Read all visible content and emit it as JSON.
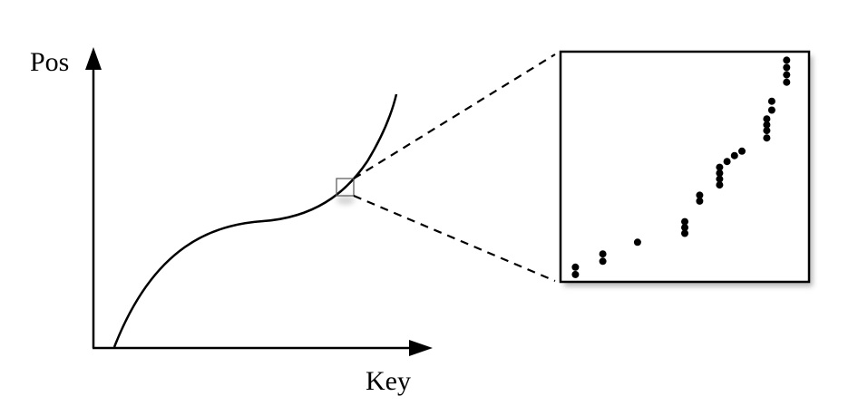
{
  "axes": {
    "y_label": "Pos",
    "x_label": "Key"
  },
  "colors": {
    "ink": "#000000",
    "zoom_box_border": "#000000",
    "zoom_box_shadow": "#7a7a7a",
    "magnifier_box": "#555555"
  },
  "zoom_points": [
    [
      0.06,
      0.05
    ],
    [
      0.06,
      0.1
    ],
    [
      0.17,
      0.14
    ],
    [
      0.17,
      0.19
    ],
    [
      0.31,
      0.27
    ],
    [
      0.5,
      0.33
    ],
    [
      0.5,
      0.37
    ],
    [
      0.5,
      0.41
    ],
    [
      0.56,
      0.55
    ],
    [
      0.56,
      0.59
    ],
    [
      0.64,
      0.66
    ],
    [
      0.64,
      0.7
    ],
    [
      0.64,
      0.74
    ],
    [
      0.64,
      0.78
    ],
    [
      0.67,
      0.82
    ],
    [
      0.7,
      0.86
    ],
    [
      0.73,
      0.89
    ],
    [
      0.83,
      0.98
    ],
    [
      0.83,
      1.03
    ],
    [
      0.83,
      1.07
    ],
    [
      0.83,
      1.11
    ],
    [
      0.85,
      1.17
    ],
    [
      0.85,
      1.23
    ],
    [
      0.91,
      1.36
    ],
    [
      0.91,
      1.41
    ],
    [
      0.91,
      1.46
    ],
    [
      0.91,
      1.51
    ]
  ]
}
